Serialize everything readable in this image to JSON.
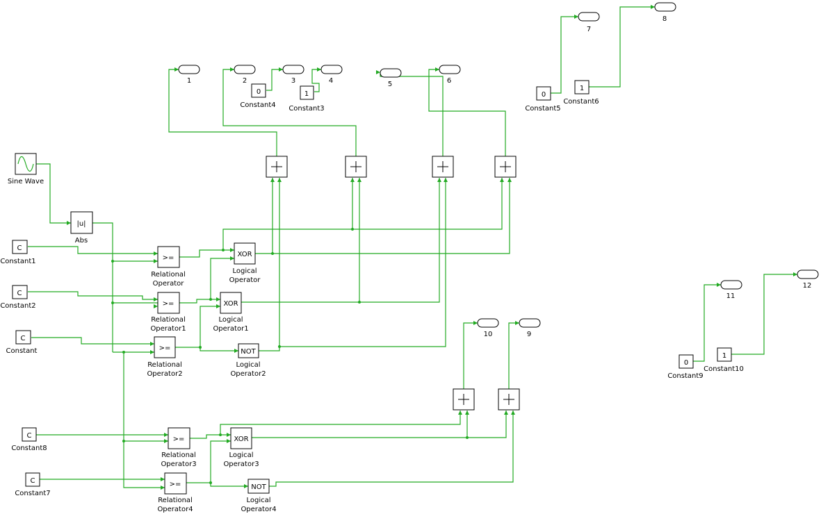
{
  "sine": {
    "label": "Sine Wave"
  },
  "abs": {
    "inner": "|u|",
    "label": "Abs"
  },
  "constants": {
    "c1": {
      "inner": "C",
      "label": "Constant1"
    },
    "c2": {
      "inner": "C",
      "label": "Constant2"
    },
    "c0": {
      "inner": "C",
      "label": "Constant"
    },
    "c8": {
      "inner": "C",
      "label": "Constant8"
    },
    "c7": {
      "inner": "C",
      "label": "Constant7"
    },
    "c4": {
      "inner": "0",
      "label": "Constant4"
    },
    "c3": {
      "inner": "1",
      "label": "Constant3"
    },
    "c5": {
      "inner": "0",
      "label": "Constant5"
    },
    "c6": {
      "inner": "1",
      "label": "Constant6"
    },
    "c9": {
      "inner": "0",
      "label": "Constant9"
    },
    "c10": {
      "inner": "1",
      "label": "Constant10"
    }
  },
  "relops": {
    "r0": {
      "inner": ">=",
      "l1": "Relational",
      "l2": "Operator"
    },
    "r1": {
      "inner": ">=",
      "l1": "Relational",
      "l2": "Operator1"
    },
    "r2": {
      "inner": ">=",
      "l1": "Relational",
      "l2": "Operator2"
    },
    "r3": {
      "inner": ">=",
      "l1": "Relational",
      "l2": "Operator3"
    },
    "r4": {
      "inner": ">=",
      "l1": "Relational",
      "l2": "Operator4"
    }
  },
  "logops": {
    "l0": {
      "inner": "XOR",
      "l1": "Logical",
      "l2": "Operator"
    },
    "l1": {
      "inner": "XOR",
      "l1": "Logical",
      "l2": "Operator1"
    },
    "l2": {
      "inner": "NOT",
      "l1": "Logical",
      "l2": "Operator2"
    },
    "l3": {
      "inner": "XOR",
      "l1": "Logical",
      "l2": "Operator3"
    },
    "l4": {
      "inner": "NOT",
      "l1": "Logical",
      "l2": "Operator4"
    }
  },
  "outports": {
    "o1": "1",
    "o2": "2",
    "o3": "3",
    "o4": "4",
    "o5": "5",
    "o6": "6",
    "o7": "7",
    "o8": "8",
    "o9": "9",
    "o10": "10",
    "o11": "11",
    "o12": "12"
  },
  "colors": {
    "signal": "#22aa22",
    "block_border": "#000000",
    "background": "#ffffff"
  }
}
